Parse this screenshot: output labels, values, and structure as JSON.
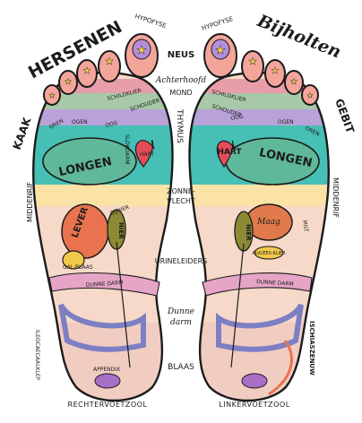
{
  "labels": {
    "hersenen": "HERSENEN",
    "bijholten": "Bijholten",
    "kaak": "KAAK",
    "gebit": "GEBIT",
    "hypofyse_left": "HYPOFYSE",
    "hypofyse_right": "HYPOFYSE",
    "neus": "NEUS",
    "achterhoofd": "Achterhoofd",
    "mond": "MOND",
    "thymus": "THYMUS",
    "schildklier_left": "SCHILDKLIER",
    "schildklier_right": "SCHILDKLIER",
    "schouder_left": "SCHOUDER",
    "schouder_right": "SCHOUDER",
    "oren_left": "OREN",
    "oren_right": "OREN",
    "ogen_left": "OGEN",
    "ogen_right": "OGEN",
    "oog": "OOG",
    "longen_left": "LONGEN",
    "longen_right": "LONGEN",
    "hart_left": "HART",
    "hart_right": "HART",
    "slokdarm": "SLOKDARM",
    "middenrif_left": "MIDDENRIF",
    "middenrif_right": "MIDDENRIF",
    "zonnevlecht": "ZONNE-\nVLECHT",
    "zonnevlecht_line1": "ZONNE-",
    "zonnevlecht_line2": "VLECHT",
    "lever": "LEVER",
    "bijnier_left": "BIJNIER",
    "nier_left": "NIER",
    "nier_right": "NIER",
    "maag": "Maag",
    "alvleesklier": "ALVLEES-KLIER",
    "milt": "MILT",
    "galblaas": "GAL-BLAAS",
    "urineleiders": "URINELEIDERS",
    "dunne_darm_left": "DUNNE DARM",
    "dunne_darm_right": "DUNNE DARM",
    "dunne_darm_center": "Dunne darm",
    "dunne_darm_center_1": "Dunne",
    "dunne_darm_center_2": "darm",
    "blaas": "BLAAS",
    "ileocaecaalklep": "ILEOCAECAALKLEP",
    "appendix": "APPENDIX",
    "ischiaszenuw": "ISCHIASZENUW",
    "rechtervoetzool": "RECHTERVOETZOOL",
    "linkervoetzool": "LINKERVOETZOOL"
  },
  "colors": {
    "outline": "#1b1b1b",
    "toes": "#f4a59a",
    "toe_tips": "#b58fd6",
    "stars": "#f6d24a",
    "ball_blue": "#46bfb4",
    "lungs": "#5fb89a",
    "heart": "#e24d59",
    "sole": "#f6d9c8",
    "liver": "#e8734e",
    "stomach": "#e07a4c",
    "kidney": "#8d8a36",
    "yellow": "#f2c84b",
    "pink": "#e6a5c6",
    "band_green": "#a7c9a8",
    "intestine": "#7d7fc4",
    "heel": "#f1ccc0",
    "purple": "#a86fc7"
  }
}
